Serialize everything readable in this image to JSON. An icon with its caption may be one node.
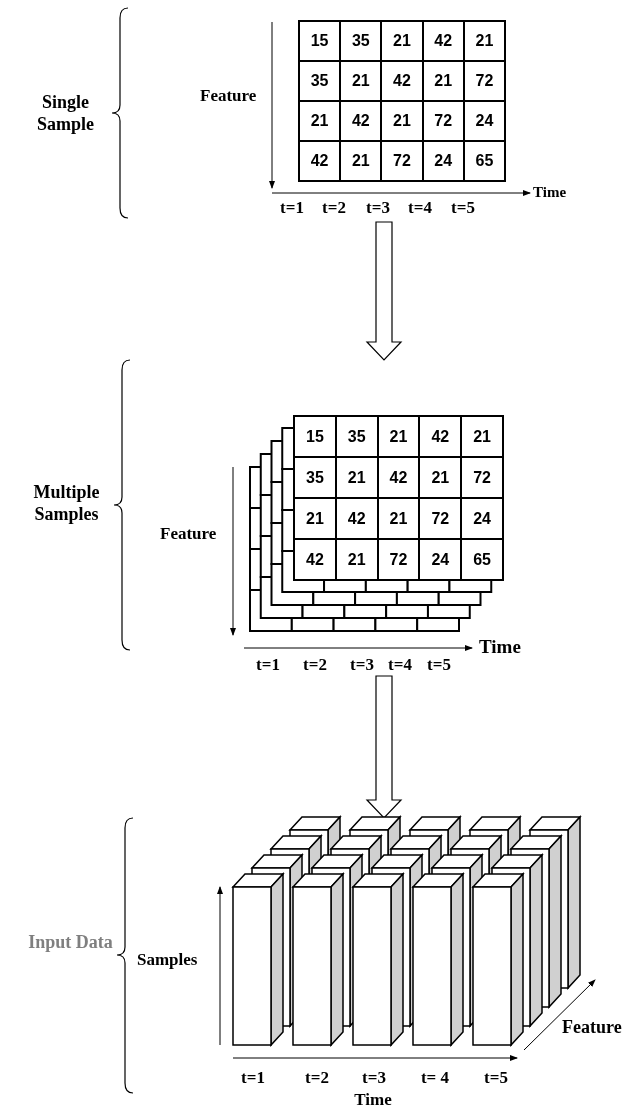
{
  "diagram": {
    "nodes": [
      {
        "text": [
          "Single Sample"
        ]
      },
      {
        "text": [
          "Multiple Samples"
        ]
      },
      {
        "text": [
          "Input Data"
        ]
      }
    ],
    "edges": [
      {
        "from": 0,
        "to": 1,
        "arrow": "to"
      },
      {
        "from": 1,
        "to": 2,
        "arrow": "to"
      }
    ],
    "labels": [
      "Feature",
      "15",
      "35",
      "21",
      "42",
      "21",
      "35",
      "21",
      "42",
      "21",
      "72",
      "21",
      "42",
      "21",
      "72",
      "24",
      "42",
      "21",
      "72",
      "24",
      "65",
      "Time",
      "t=1",
      "t=2",
      "t=3",
      "t=4",
      "t=5",
      "Feature",
      "15",
      "35",
      "21",
      "42",
      "21",
      "35",
      "21",
      "42",
      "21",
      "72",
      "21",
      "42",
      "21",
      "72",
      "24",
      "42",
      "21",
      "72",
      "24",
      "65",
      "Time",
      "t=1",
      "t=2",
      "t=3",
      "t=4",
      "t=5",
      "Samples",
      "Feature",
      "t=1",
      "t=2",
      "t=3",
      "t= 4",
      "t=5",
      "Time"
    ]
  }
}
